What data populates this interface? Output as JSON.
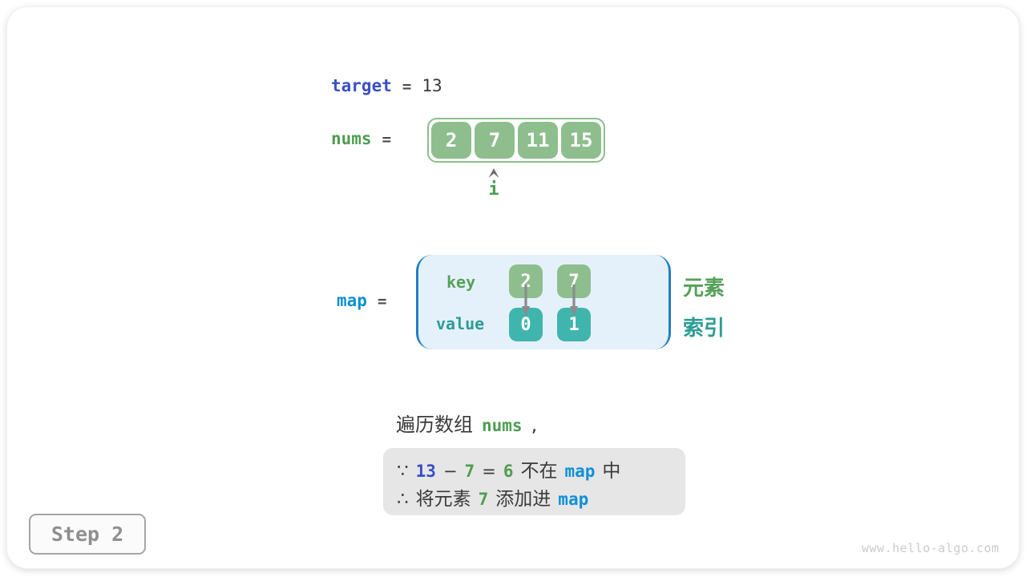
{
  "palette": {
    "green_cell": "#8EBE8E",
    "green_border": "#8CBE8C",
    "teal_cell": "#40B5AD",
    "green_text": "#4F9D51",
    "key_label_green": "#56A158",
    "teal_text": "#2E9C94",
    "indigo_text": "#3A4FC8",
    "blue_text": "#0F90D6",
    "bracket_blue": "#1E7FC4",
    "map_box_bg": "#E4F1FA",
    "dark_text": "#3B3B3B",
    "arrow_gray": "#8C8C8C",
    "note_bg": "#E6E6E6",
    "step_gray": "#8F8F8F",
    "watermark_gray": "#CBCBCB"
  },
  "target_row": {
    "label": "target",
    "eq": "=",
    "value": "13"
  },
  "nums_row": {
    "label": "nums",
    "eq": "=",
    "cells": [
      "2",
      "7",
      "11",
      "15"
    ],
    "pointer_label": "i"
  },
  "map_row": {
    "label": "map",
    "eq": "=",
    "key_label": "key",
    "value_label": "value",
    "keys": [
      "2",
      "7"
    ],
    "values": [
      "0",
      "1"
    ],
    "element_label": "元素",
    "index_label": "索引"
  },
  "caption": {
    "prefix": "遍历数组",
    "code": "nums",
    "comma": ","
  },
  "note": {
    "line1": {
      "sym": "∵",
      "target": "13",
      "minus": "−",
      "num": "7",
      "eq": "=",
      "diff": "6",
      "not_in": "不在",
      "map": "map",
      "suffix": "中"
    },
    "line2": {
      "sym": "∴",
      "prefix": "将元素",
      "num": "7",
      "action": "添加进",
      "map": "map"
    }
  },
  "step_badge": "Step 2",
  "watermark": "www.hello-algo.com"
}
